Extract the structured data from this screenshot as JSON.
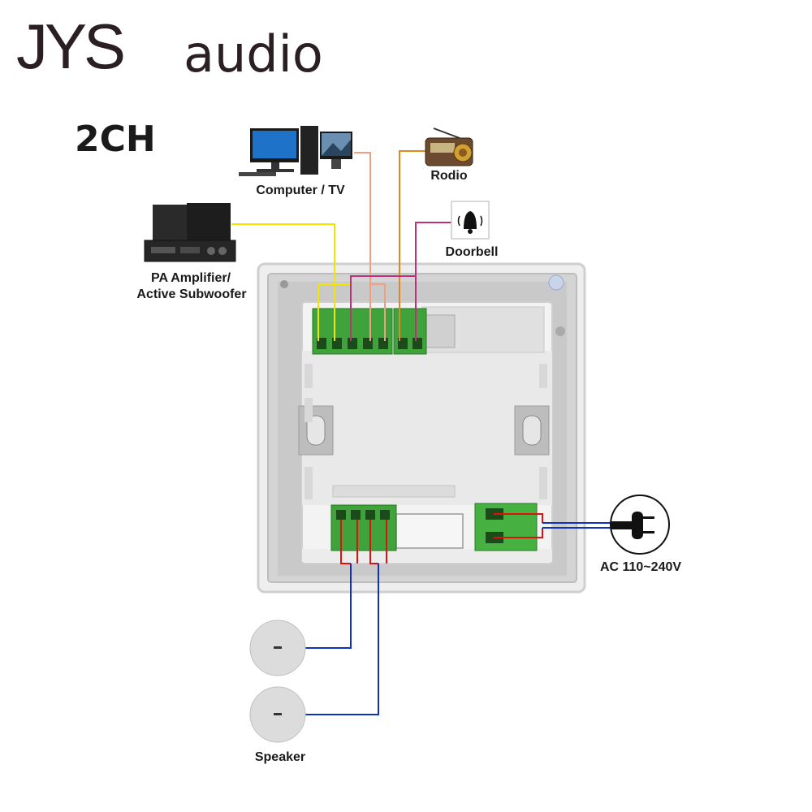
{
  "brand": {
    "logo_prefix": "JYS",
    "logo_suffix": "audio"
  },
  "channel_label": "2CH",
  "devices": {
    "computer": "Computer / TV",
    "radio": "Rodio",
    "doorbell": "Doorbell",
    "amplifier_line1": "PA Amplifier/",
    "amplifier_line2": "Active Subwoofer",
    "power": "AC 110~240V",
    "speaker": "Speaker"
  },
  "colors": {
    "amplifier_wire": "#f2e600",
    "computer_wire": "#f0a080",
    "radio_wire": "#e08a1e",
    "doorbell_wire": "#c0307a",
    "speaker_red": "#e01010",
    "speaker_blue": "#1030c0",
    "terminal_green": "#3fa23a",
    "panel": "#dcdcdc"
  }
}
